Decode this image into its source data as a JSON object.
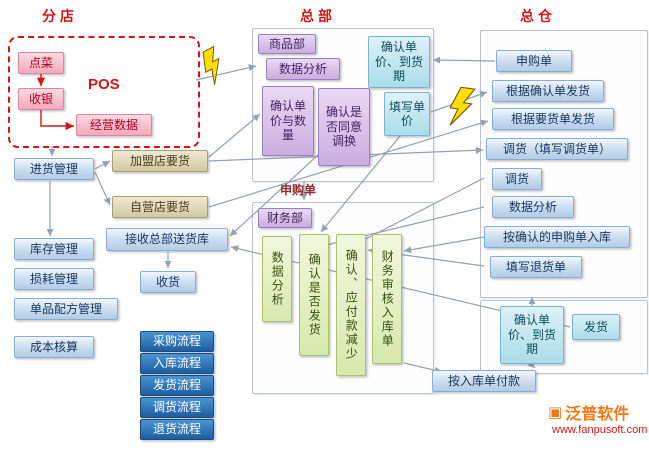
{
  "headers": {
    "branch": "分店",
    "hq": "总部",
    "warehouse": "总仓"
  },
  "branch": {
    "order_dish": "点菜",
    "cashier": "收银",
    "pos": "POS",
    "business_data": "经营数据",
    "purchase_mgmt": "进货管理",
    "franchise_demand": "加盟店要货",
    "direct_demand": "自营店要货",
    "receive_hq_delivery": "接收总部送货库",
    "inventory_mgmt": "库存管理",
    "loss_mgmt": "损耗管理",
    "recipe_mgmt": "单品配方管理",
    "cost_accounting": "成本核算",
    "receive_goods": "收货"
  },
  "legend": [
    "采购流程",
    "入库流程",
    "发货流程",
    "调货流程",
    "退货流程"
  ],
  "hq": {
    "product_dept": "商品部",
    "data_analysis": "数据分析",
    "confirm_price_qty": "确认单价与数量",
    "confirm_exchange": "确认是否同意调换",
    "confirm_price_delivery": "确认单价、到货期",
    "fill_price": "填写单价",
    "purchase_request_label": "申购单",
    "finance_dept": "财务部",
    "fin_data_analysis": "数据分析",
    "confirm_shipping": "确认是否发货",
    "confirm_payable": "确认、应付款减少",
    "finance_audit": "财务审核入库单"
  },
  "warehouse": {
    "purchase_request": "申购单",
    "ship_by_confirmation": "根据确认单发货",
    "ship_by_demand": "根据要货单发货",
    "transfer_with_form": "调货（填写调货单）",
    "transfer": "调货",
    "data_analysis": "数据分析",
    "inbound_by_request": "按确认的申购单入库",
    "fill_return_form": "填写退货单",
    "confirm_price_delivery": "确认单价、到货期",
    "ship": "发货",
    "pay_by_inbound": "按入库单付款"
  },
  "logo": {
    "icon": "▣",
    "name": "泛普软件",
    "url": "www.fanpusoft.com"
  },
  "colors": {
    "accent_red": "#d01616",
    "node_blue": "#b3cce6",
    "node_pink": "#f5a8bc",
    "node_tan": "#d4c9a0",
    "node_purple": "#c9aee0",
    "node_cyan": "#aadcea",
    "node_green": "#d7e9ab",
    "legend_blue": "#1e5d9e",
    "connector_gray": "#93a2b2",
    "bolt_yellow": "#ffdf00"
  }
}
